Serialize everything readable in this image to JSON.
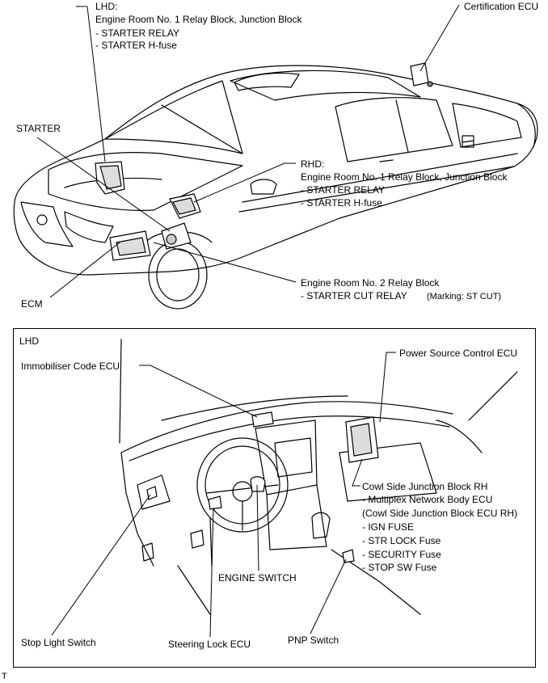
{
  "top": {
    "lhd": {
      "heading": "LHD:",
      "block": "Engine Room No. 1 Relay Block, Junction Block",
      "items": [
        "- STARTER RELAY",
        "- STARTER H-fuse"
      ]
    },
    "certification_ecu": "Certification ECU",
    "starter": "STARTER",
    "rhd": {
      "heading": "RHD:",
      "block": "Engine Room No. 1 Relay Block, Junction Block",
      "items": [
        "- STARTER RELAY",
        "- STARTER H-fuse"
      ]
    },
    "ecm": "ECM",
    "er2": {
      "heading": "Engine Room No. 2 Relay Block",
      "item": "- STARTER CUT RELAY",
      "marking": "(Marking: ST CUT)"
    }
  },
  "bottom": {
    "panel_tag": "LHD",
    "immobiliser": "Immobiliser Code ECU",
    "power_source": "Power Source Control ECU",
    "cowl": {
      "heading": "Cowl Side Junction Block RH",
      "items": [
        "- Multiplex Network Body ECU",
        "(Cowl Side Junction Block ECU RH)",
        "- IGN FUSE",
        "- STR LOCK Fuse",
        "- SECURITY Fuse",
        "- STOP SW Fuse"
      ]
    },
    "engine_switch": "ENGINE SWITCH",
    "stop_light": "Stop Light Switch",
    "steering_lock": "Steering Lock ECU",
    "pnp": "PNP Switch"
  },
  "footer_mark": "T"
}
